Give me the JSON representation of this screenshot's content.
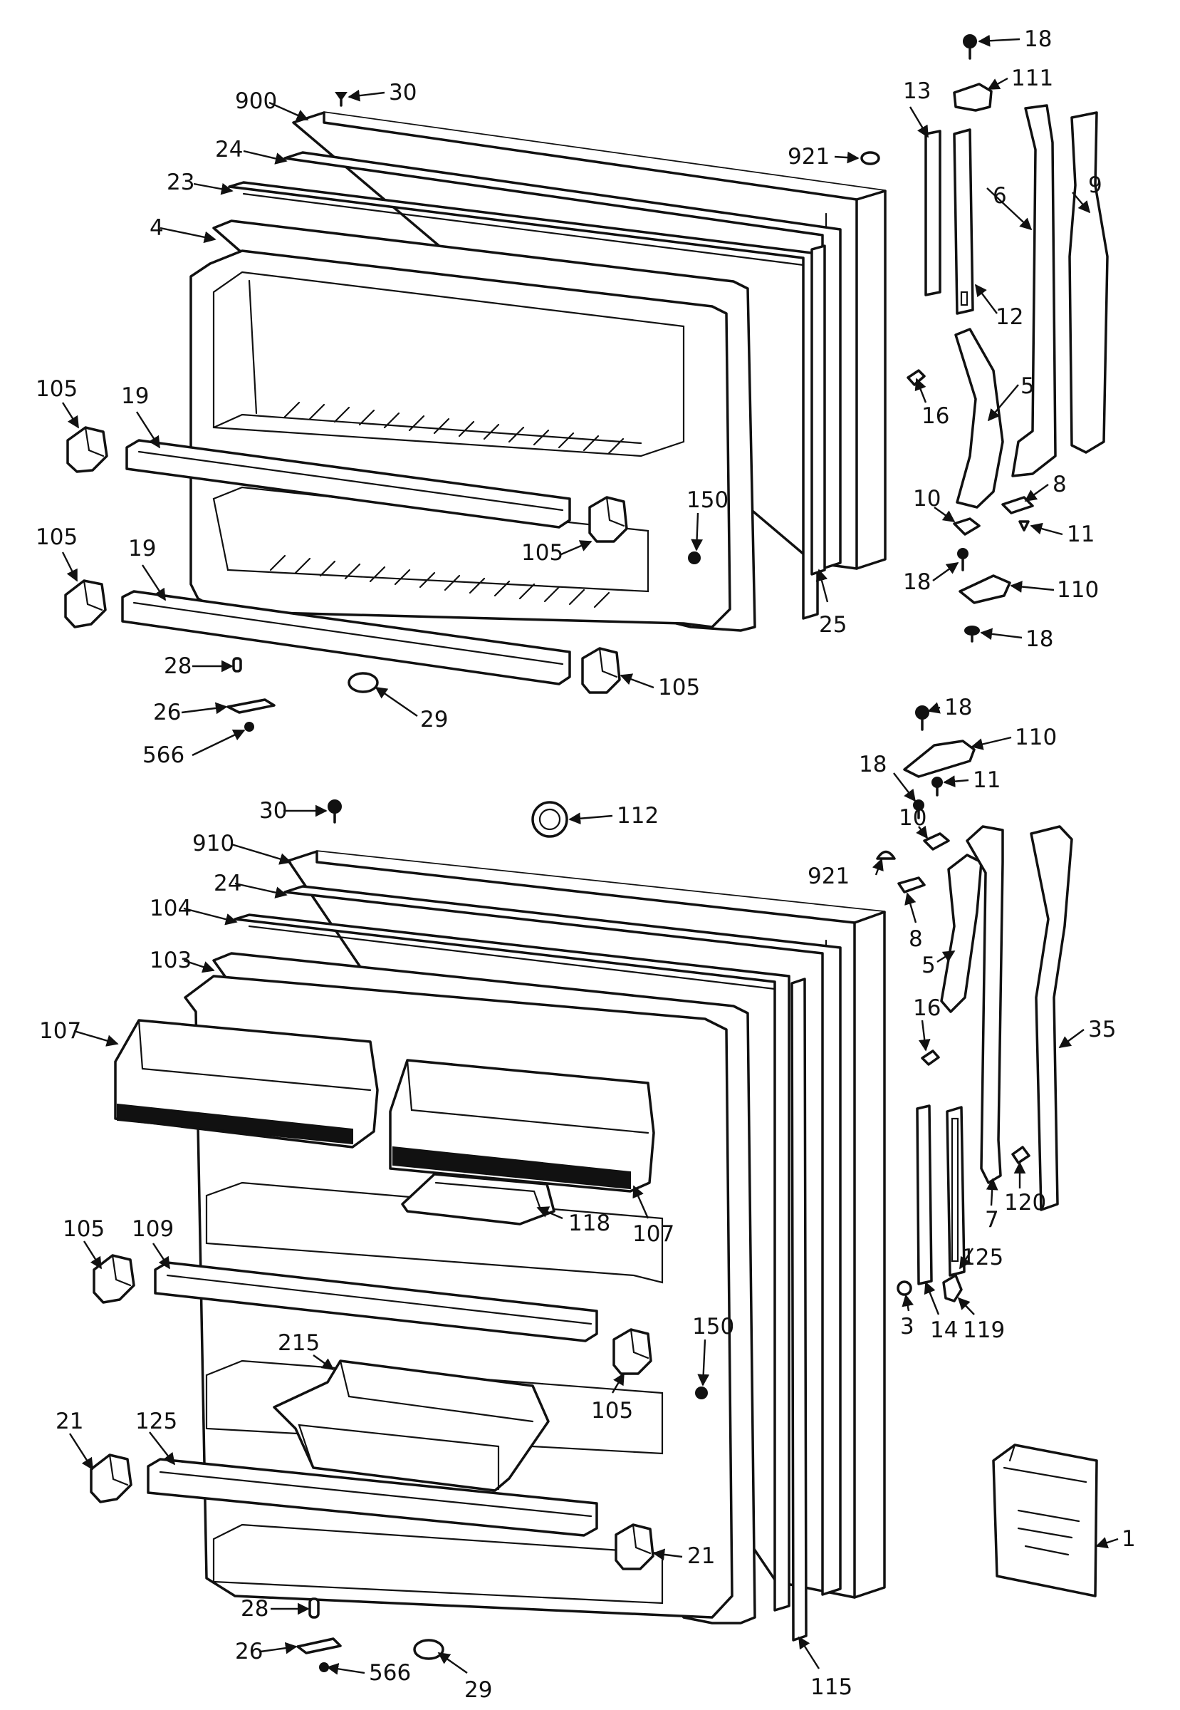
{
  "colors": {
    "ink": "#111111",
    "paper": "#ffffff"
  },
  "freezer_door": {
    "labels": [
      "18",
      "111",
      "30",
      "900",
      "921",
      "13",
      "24",
      "9",
      "6",
      "23",
      "4",
      "12",
      "16",
      "5",
      "105",
      "19",
      "8",
      "150",
      "10",
      "11",
      "105",
      "18",
      "110",
      "105",
      "19",
      "25",
      "18",
      "28",
      "105",
      "26",
      "29",
      "566"
    ]
  },
  "fresh_food_door": {
    "labels": [
      "18",
      "110",
      "18",
      "11",
      "30",
      "112",
      "10",
      "910",
      "921",
      "24",
      "8",
      "104",
      "5",
      "103",
      "16",
      "107",
      "35",
      "107",
      "118",
      "120",
      "105",
      "109",
      "7",
      "125",
      "3",
      "14",
      "119",
      "150",
      "215",
      "105",
      "21",
      "125",
      "1",
      "21",
      "28",
      "115",
      "26",
      "566",
      "29"
    ]
  }
}
